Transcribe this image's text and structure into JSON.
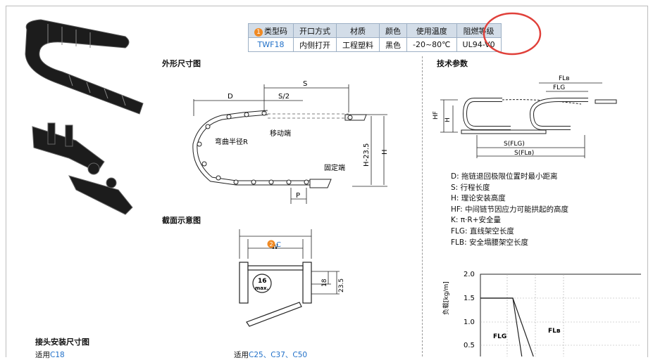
{
  "spec_table": {
    "headers": [
      "类型码",
      "开口方式",
      "材质",
      "颜色",
      "使用温度",
      "阻燃等级"
    ],
    "header_marker": "1",
    "row": [
      "TWF18",
      "内侧打开",
      "工程塑料",
      "黑色",
      "-20~80℃",
      "UL94-V0"
    ]
  },
  "sections": {
    "outline": "外形尺寸图",
    "tech": "技术参数",
    "cross": "截面示意图",
    "joint": "接头安装尺寸图"
  },
  "outline_labels": {
    "d": "D",
    "s_half": "S/2",
    "s": "S",
    "move_end": "移动端",
    "bend_radius": "弯曲半径R",
    "fixed_end": "固定端",
    "h_minus": "H-23.5",
    "h": "H",
    "p": "P"
  },
  "tech_labels": {
    "fla": "FLв",
    "flg": "FLG",
    "hf": "HF",
    "h": "H",
    "s_flg": "S(FLG)",
    "s_fla": "S(FLв)"
  },
  "glossary": [
    "D: 拖链退回极限位置时最小距离",
    "S: 行程长度",
    "H: 理论安装高度",
    "HF: 中间链节因应力可能拱起的高度",
    "K: π·R+安全量",
    "FLG: 直线架空长度",
    "FLB: 安全塌腰架空长度"
  ],
  "cross_labels": {
    "w": "W",
    "c_marker": "2",
    "c": "C",
    "max_num": "16",
    "max_txt": "max.",
    "dim18": "18",
    "dim23": "23.5"
  },
  "load_chart": {
    "ylabel": "负载[kg/m]",
    "yticks": [
      "2.0",
      "1.5",
      "1.0",
      "0.5"
    ],
    "flg_label": "FLG",
    "fla_label": "FLв"
  },
  "bottom": {
    "left_prefix": "适用",
    "left_codes": "C18",
    "right_prefix": "适用",
    "right_codes": "C25、C37、C50"
  },
  "colors": {
    "header_bg": "#d3dde8",
    "accent_blue": "#1f6fc8",
    "marker_orange": "#f08a24",
    "highlight_red": "#e0403a"
  }
}
